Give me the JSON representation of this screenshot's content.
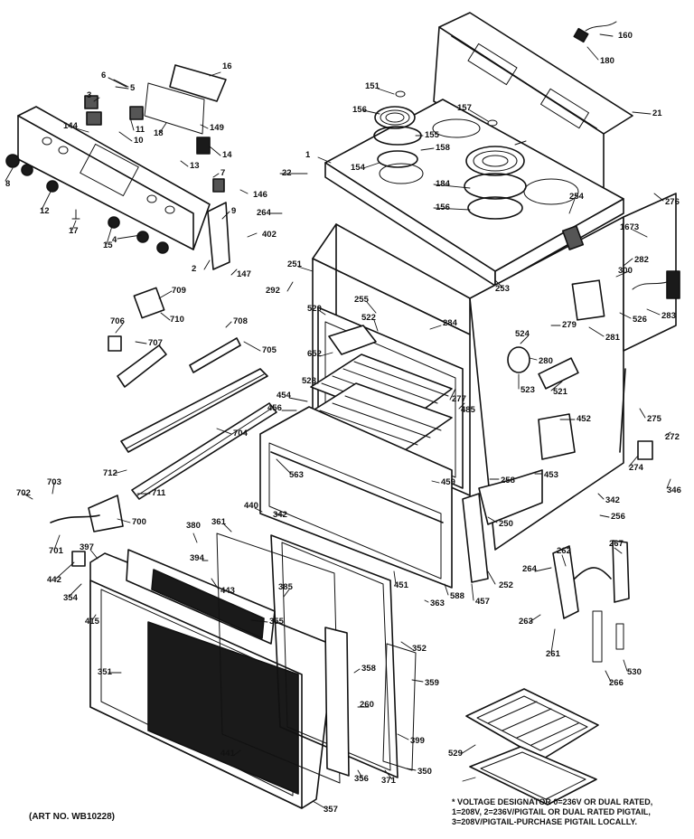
{
  "art_number": "(ART NO. WB10228)",
  "voltage_note": [
    "* VOLTAGE DESIGNATOR 0=236V OR DUAL RATED,",
    "1=208V, 2=236V/PIGTAIL OR DUAL RATED PIGTAIL,",
    "3=208V/PIGTAIL-PURCHASE PIGTAIL LOCALLY."
  ],
  "part_labels": [
    "160",
    "180",
    "16",
    "6",
    "5",
    "3",
    "18",
    "149",
    "11",
    "144",
    "10",
    "14",
    "13",
    "7",
    "2",
    "8",
    "12",
    "4",
    "17",
    "15",
    "146",
    "9",
    "402",
    "147",
    "292",
    "709",
    "706",
    "710",
    "707",
    "705",
    "708",
    "704",
    "712",
    "703",
    "702",
    "700",
    "711",
    "701",
    "151",
    "156",
    "157",
    "21",
    "155",
    "158",
    "154",
    "184",
    "156",
    "22",
    "1",
    "264",
    "254",
    "276",
    "1673",
    "251",
    "282",
    "300",
    "253",
    "283",
    "526",
    "281",
    "520",
    "255",
    "522",
    "652",
    "528",
    "279",
    "284",
    "524",
    "280",
    "523",
    "521",
    "454",
    "277",
    "456",
    "452",
    "275",
    "272",
    "485",
    "274",
    "346",
    "563",
    "459",
    "258",
    "453",
    "342",
    "256",
    "250",
    "252",
    "457",
    "451",
    "588",
    "363",
    "380",
    "361",
    "342",
    "440",
    "394",
    "397",
    "442",
    "443",
    "354",
    "385",
    "415",
    "355",
    "352",
    "359",
    "351",
    "358",
    "357",
    "399",
    "350",
    "371",
    "441",
    "356",
    "260",
    "262",
    "264",
    "263",
    "261",
    "267",
    "266",
    "530",
    "529"
  ]
}
